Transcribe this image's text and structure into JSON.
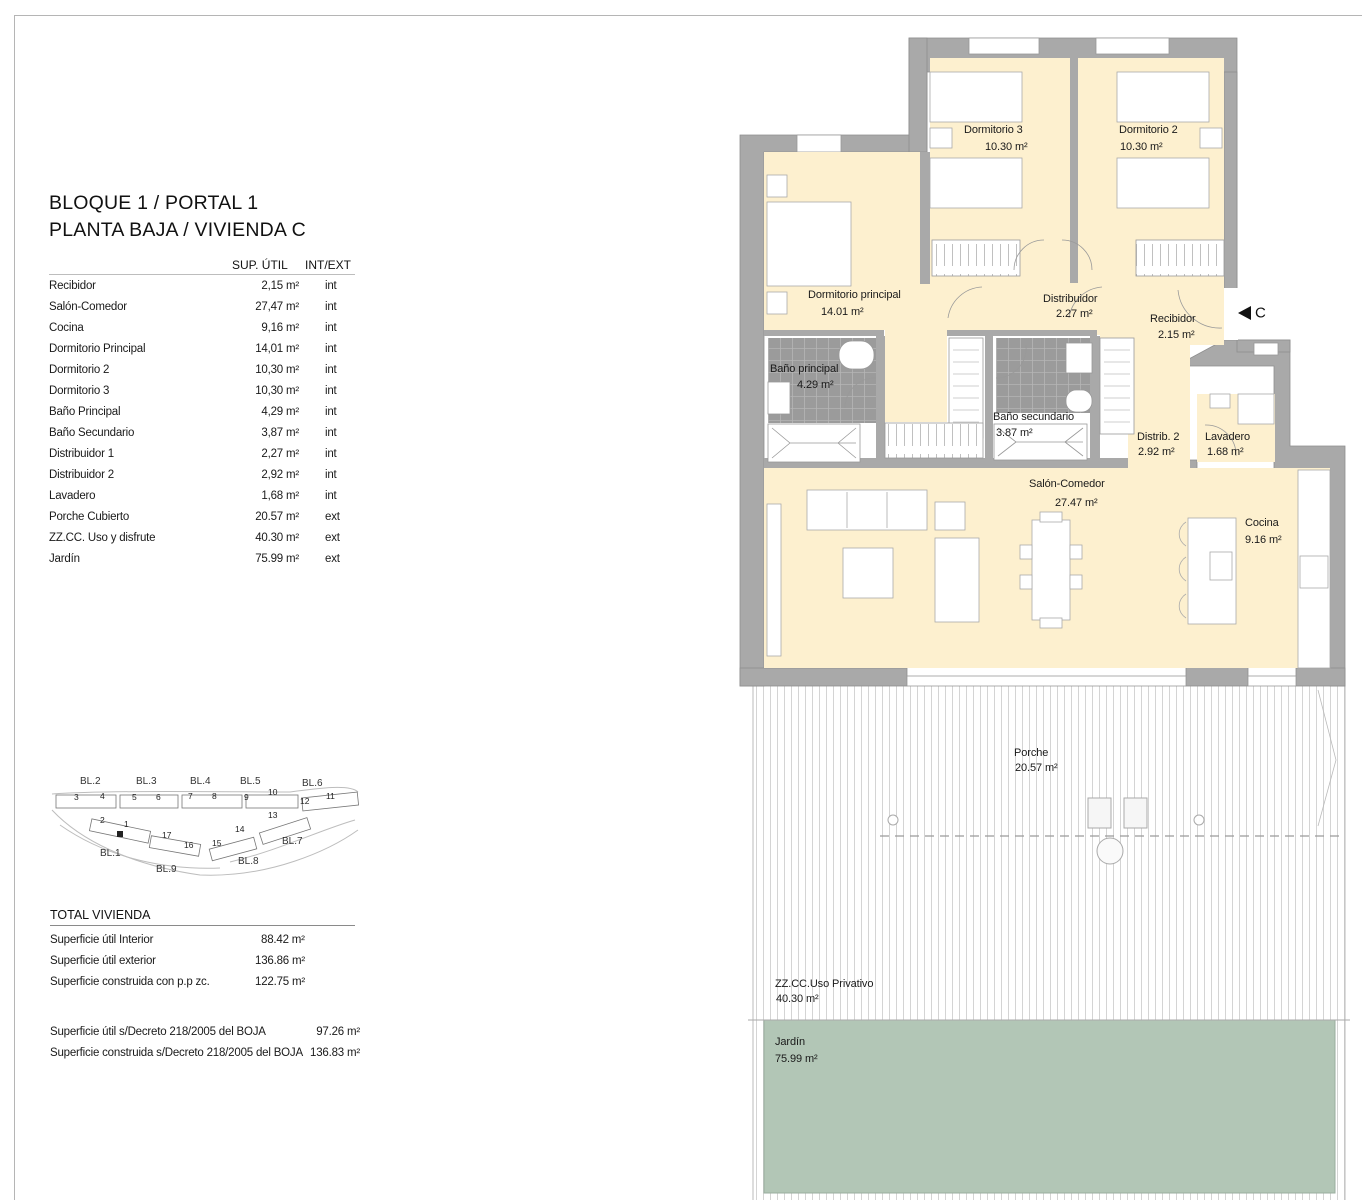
{
  "header": {
    "title_line1": "BLOQUE 1 / PORTAL 1",
    "title_line2": "PLANTA BAJA / VIVIENDA C"
  },
  "surface_table": {
    "columns": [
      "",
      "SUP. ÚTIL",
      "INT/EXT"
    ],
    "rows": [
      {
        "room": "Recibidor",
        "area": "2,15 m²",
        "type": "int"
      },
      {
        "room": "Salón-Comedor",
        "area": "27,47 m²",
        "type": "int"
      },
      {
        "room": "Cocina",
        "area": "9,16 m²",
        "type": "int"
      },
      {
        "room": "Dormitorio Principal",
        "area": "14,01 m²",
        "type": "int"
      },
      {
        "room": "Dormitorio 2",
        "area": "10,30 m²",
        "type": "int"
      },
      {
        "room": "Dormitorio 3",
        "area": "10,30 m²",
        "type": "int"
      },
      {
        "room": "Baño Principal",
        "area": "4,29 m²",
        "type": "int"
      },
      {
        "room": "Baño Secundario",
        "area": "3,87 m²",
        "type": "int"
      },
      {
        "room": "Distribuidor 1",
        "area": "2,27 m²",
        "type": "int"
      },
      {
        "room": "Distribuidor 2",
        "area": "2,92 m²",
        "type": "int"
      },
      {
        "room": "Lavadero",
        "area": "1,68 m²",
        "type": "int"
      },
      {
        "room": "Porche Cubierto",
        "area": "20.57 m²",
        "type": "ext"
      },
      {
        "room": "ZZ.CC. Uso y disfrute",
        "area": "40.30 m²",
        "type": "ext"
      },
      {
        "room": "Jardín",
        "area": "75.99 m²",
        "type": "ext"
      }
    ]
  },
  "site_map": {
    "blocks": [
      "BL.1",
      "BL.2",
      "BL.3",
      "BL.4",
      "BL.5",
      "BL.6",
      "BL.7",
      "BL.8",
      "BL.9"
    ],
    "portals": [
      "1",
      "2",
      "3",
      "4",
      "5",
      "6",
      "7",
      "8",
      "9",
      "10",
      "11",
      "12",
      "13",
      "14",
      "15",
      "16",
      "17"
    ],
    "highlighted": "1"
  },
  "totals": {
    "title": "TOTAL VIVIENDA",
    "rows": [
      {
        "label": "Superficie útil Interior",
        "value": "88.42 m²"
      },
      {
        "label": "Superficie útil exterior",
        "value": "136.86 m²"
      },
      {
        "label": "Superficie construida con p.p zc.",
        "value": "122.75 m²"
      }
    ],
    "boja": [
      {
        "label": "Superficie útil s/Decreto 218/2005 del BOJA",
        "value": "97.26 m²"
      },
      {
        "label": "Superficie construida s/Decreto 218/2005 del BOJA",
        "value": "136.83 m²"
      }
    ]
  },
  "plan": {
    "entry_marker": "C",
    "colors": {
      "wall": "#a9a9a9",
      "floor": "#fdf0cf",
      "wet": "#9a9a9a",
      "garden": "#b2c6b6",
      "deck_line": "#c8c8c8"
    },
    "rooms": {
      "dorm3": {
        "name": "Dormitorio 3",
        "area": "10.30 m²"
      },
      "dorm2": {
        "name": "Dormitorio 2",
        "area": "10.30 m²"
      },
      "dorm_principal": {
        "name": "Dormitorio principal",
        "area": "14.01 m²"
      },
      "distribuidor": {
        "name": "Distribuidor",
        "area": "2.27 m²"
      },
      "recibidor": {
        "name": "Recibidor",
        "area": "2.15 m²"
      },
      "bano_principal": {
        "name": "Baño principal",
        "area": "4.29 m²"
      },
      "bano_secundario": {
        "name": "Baño secundario",
        "area": "3.87 m²"
      },
      "distrib2": {
        "name": "Distrib. 2",
        "area": "2.92 m²"
      },
      "lavadero": {
        "name": "Lavadero",
        "area": "1.68 m²"
      },
      "salon": {
        "name": "Salón-Comedor",
        "area": "27.47 m²"
      },
      "cocina": {
        "name": "Cocina",
        "area": "9.16 m²"
      },
      "porche": {
        "name": "Porche",
        "area": "20.57 m²"
      },
      "zzcc": {
        "name": "ZZ.CC.Uso Privativo",
        "area": "40.30 m²"
      },
      "jardin": {
        "name": "Jardín",
        "area": "75.99 m²"
      }
    }
  }
}
